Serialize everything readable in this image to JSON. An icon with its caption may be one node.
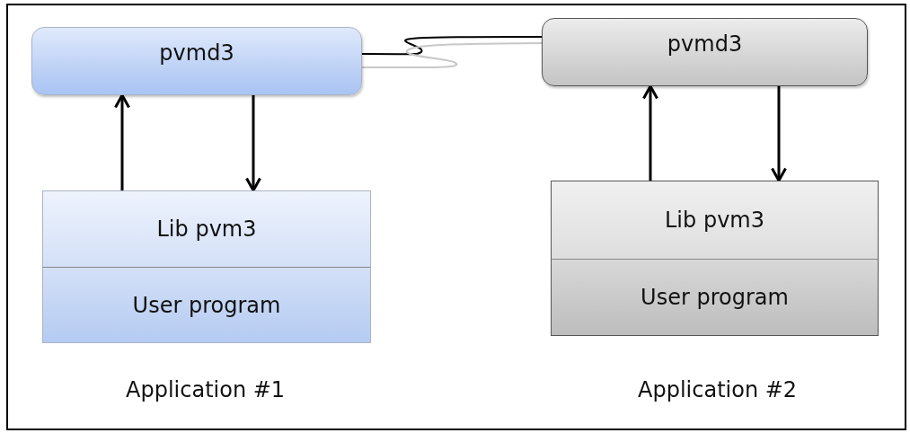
{
  "diagram": {
    "nodes": [
      {
        "text": [
          "pvmd3"
        ]
      },
      {
        "text": [
          "Lib pvm3"
        ]
      },
      {
        "text": [
          "User program"
        ]
      },
      {
        "text": [
          "pvmd3"
        ]
      },
      {
        "text": [
          "Lib pvm3"
        ]
      },
      {
        "text": [
          "User program"
        ]
      }
    ],
    "edges": [
      {
        "from": 1,
        "to": 0,
        "arrow": "to"
      },
      {
        "from": 0,
        "to": 1,
        "arrow": "to"
      },
      {
        "from": 4,
        "to": 3,
        "arrow": "to"
      },
      {
        "from": 3,
        "to": 4,
        "arrow": "to"
      },
      {
        "from": 0,
        "to": 3,
        "arrow": "none"
      },
      {
        "from": 0,
        "to": 3,
        "arrow": "none",
        "color": "#c8c8c8"
      }
    ],
    "labels": [
      "Application #1",
      "Application #2"
    ]
  }
}
